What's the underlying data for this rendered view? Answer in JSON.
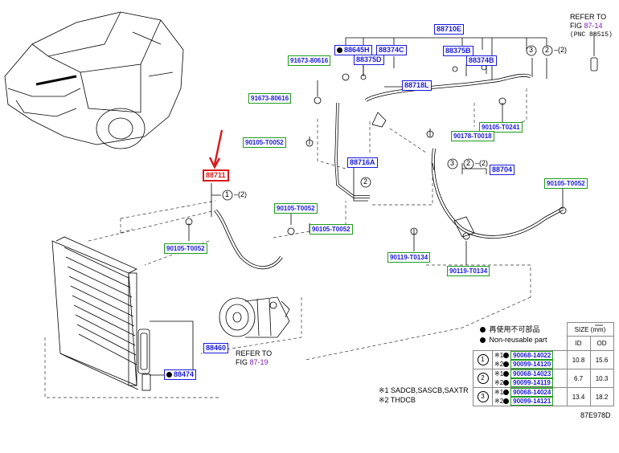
{
  "refer_top": {
    "line1": "REFER TO",
    "line2_prefix": "FIG",
    "line2_link": "87-14",
    "line3": "(PNC 88515)"
  },
  "refer_bottom": {
    "line1": "REFER TO",
    "line2_prefix": "FIG",
    "line2_link": "87-19"
  },
  "parts": {
    "p88710E": "88710E",
    "p88645H": "88645H",
    "p88374C": "88374C",
    "p88375D": "88375D",
    "p88375B": "88375B",
    "p88374B": "88374B",
    "p88718L": "88718L",
    "p88716A": "88716A",
    "p88704": "88704",
    "p88711": "88711",
    "p88460": "88460",
    "p88474": "88474",
    "p91673_80616a": "91673-80616",
    "p91673_80616b": "91673-80616",
    "p90105_T0052a": "90105-T0052",
    "p90105_T0052b": "90105-T0052",
    "p90105_T0052c": "90105-T0052",
    "p90105_T0052d": "90105-T0052",
    "p90105_T0052e": "90105-T0052",
    "p90105_T0241": "90105-T0241",
    "p90178_T0018": "90178-T0018",
    "p90119_T0134a": "90119-T0134",
    "p90119_T0134b": "90119-T0134"
  },
  "callouts": {
    "c3": "3",
    "c2": "2",
    "c2_suffix": "–(2)",
    "c3b": "3",
    "c2b": "2",
    "c2b_suffix": "–(2)",
    "c2c": "2",
    "c1": "1",
    "c1_suffix": "–(2)"
  },
  "legend": {
    "reuse_jp": "再使用不可部品",
    "reuse_en": "Non-reusable part"
  },
  "size_table": {
    "header": "SIZE (mm)",
    "col_id": "ID",
    "col_od": "OD",
    "rows": [
      {
        "num": "1",
        "p1": "90068-14022",
        "p2": "90099-14120",
        "id": "10.8",
        "od": "15.6"
      },
      {
        "num": "2",
        "p1": "90068-14023",
        "p2": "90099-14119",
        "id": "6.7",
        "od": "10.3"
      },
      {
        "num": "3",
        "p1": "90068-14024",
        "p2": "90099-14121",
        "id": "13.4",
        "od": "18.2"
      }
    ],
    "mark1": "※1",
    "mark2": "※2"
  },
  "notes": {
    "n1": "※1 SADCB,SASCB,SAXTR",
    "n2": "※2 THDCB"
  },
  "figure_code": "87E978D"
}
